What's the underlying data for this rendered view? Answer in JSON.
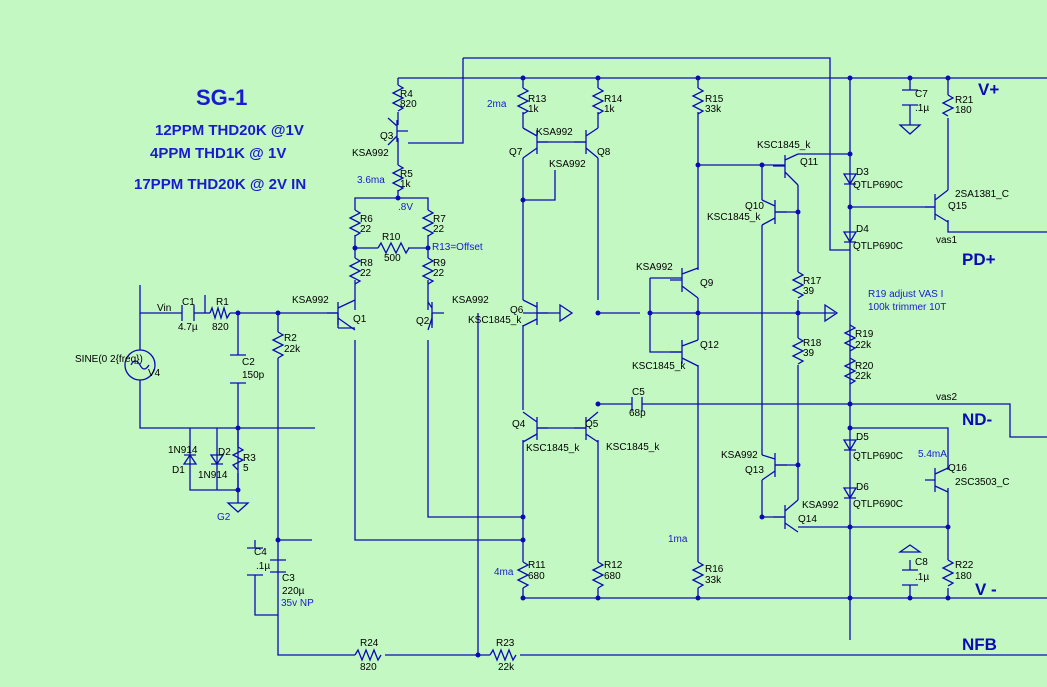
{
  "title": "SG-1",
  "specs": [
    "12PPM THD20K @1V",
    "4PPM THD1K @ 1V",
    "17PPM THD20K @ 2V IN"
  ],
  "nets": {
    "vplus": "V+",
    "vminus": "V -",
    "pdplus": "PD+",
    "ndminus": "ND-",
    "nfb": "NFB",
    "vin": "Vin",
    "vas1": "vas1",
    "vas2": "vas2",
    "g2": "G2"
  },
  "annotations": {
    "i_3_6ma": "3.6ma",
    "v_8v": ".8V",
    "offset": "R13=Offset",
    "i_2ma": "2ma",
    "i_4ma": "4ma",
    "i_1ma": "1ma",
    "i_5_4ma": "5.4mA",
    "r19_note_1": "R19 adjust VAS I",
    "r19_note_2": "100k trimmer 10T",
    "c3_note": "35v NP"
  },
  "source": {
    "name": "V4",
    "value": "SINE(0 2{freq})"
  },
  "resistors": {
    "R1": "820",
    "R2": "22k",
    "R3": "5",
    "R4": "820",
    "R5": "1k",
    "R6": "22",
    "R7": "22",
    "R8": "22",
    "R9": "22",
    "R10": "500",
    "R11": "680",
    "R12": "680",
    "R13": "1k",
    "R14": "1k",
    "R15": "33k",
    "R16": "33k",
    "R17": "39",
    "R18": "39",
    "R19": "22k",
    "R20": "22k",
    "R21": "180",
    "R22": "180",
    "R23": "22k",
    "R24": "820"
  },
  "capacitors": {
    "C1": "4.7µ",
    "C2": "150p",
    "C3": "220µ",
    "C4": ".1µ",
    "C5": "68p",
    "C7": ".1µ",
    "C8": ".1µ"
  },
  "diodes": {
    "D1": "1N914",
    "D2": "1N914",
    "D3": "QTLP690C",
    "D4": "QTLP690C",
    "D5": "QTLP690C",
    "D6": "QTLP690C"
  },
  "transistors": {
    "Q1": "KSA992",
    "Q2": "KSA992",
    "Q3": "KSA992",
    "Q4": "KSC1845_k",
    "Q5": "KSC1845_k",
    "Q6": "KSC1845_k",
    "Q7": "KSA992",
    "Q8": "KSA992",
    "Q9": "KSA992",
    "Q10": "KSC1845_k",
    "Q11": "KSC1845_k",
    "Q12": "KSC1845_k",
    "Q13": "KSA992",
    "Q14": "KSA992",
    "Q15": "2SA1381_C",
    "Q16": "2SC3503_C"
  }
}
